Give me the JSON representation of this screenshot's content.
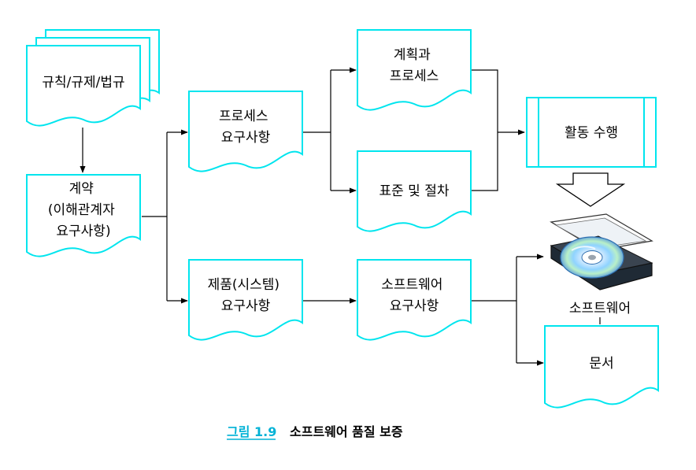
{
  "nodes": {
    "regulations": "규칙/규제/법규",
    "contract": [
      "계약",
      "(이해관계자",
      "요구사항)"
    ],
    "process_req": [
      "프로세스",
      "요구사항"
    ],
    "product_req": [
      "제품(시스템)",
      "요구사항"
    ],
    "plan_process": [
      "계획과",
      "프로세스"
    ],
    "standards": "표준 및 절차",
    "sw_req": [
      "소프트웨어",
      "요구사항"
    ],
    "activity": "활동 수행",
    "software": "소프트웨어",
    "document": "문서"
  },
  "caption": {
    "number": "그림 1.9",
    "title": "소프트웨어 품질 보증"
  },
  "colors": {
    "document_border": "#00e5ee",
    "caption_number": "#00b2d6",
    "lines": "#000000"
  },
  "icons": {
    "software_disc": "cd-case-icon",
    "flow_arrow": "hollow-down-arrow-icon"
  }
}
